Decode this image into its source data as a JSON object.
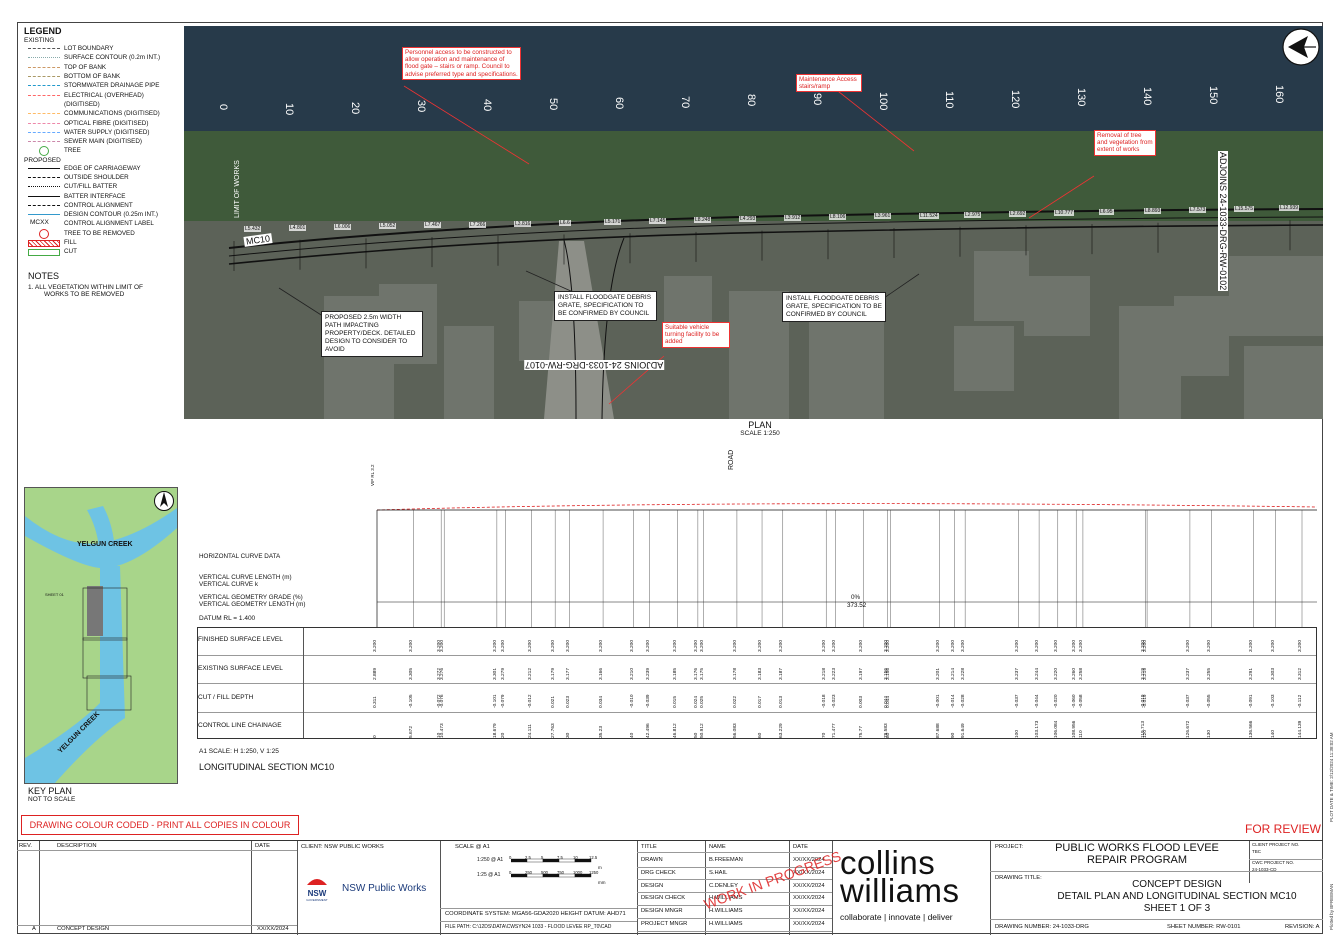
{
  "legend": {
    "title": "LEGEND",
    "existing_heading": "EXISTING",
    "existing": [
      "LOT BOUNDARY",
      "SURFACE CONTOUR (0.2m INT.)",
      "TOP OF BANK",
      "BOTTOM OF BANK",
      "STORMWATER DRAINAGE PIPE",
      "ELECTRICAL (OVERHEAD)",
      "(DIGITISED)",
      "COMMUNICATIONS (DIGITISED)",
      "OPTICAL FIBRE (DIGITISED)",
      "WATER SUPPLY (DIGITISED)",
      "SEWER MAIN (DIGITISED)",
      "TREE"
    ],
    "proposed_heading": "PROPOSED",
    "proposed": [
      "EDGE OF CARRIAGEWAY",
      "OUTSIDE SHOULDER",
      "CUT/FILL BATTER",
      "BATTER INTERFACE",
      "CONTROL ALIGNMENT",
      "DESIGN CONTOUR (0.25m INT.)",
      "CONTROL ALIGNMENT LABEL",
      "TREE TO BE REMOVED",
      "FILL",
      "CUT"
    ],
    "mcxx": "MCXX"
  },
  "notes": {
    "title": "NOTES",
    "items": [
      "1.   ALL VEGETATION WITHIN LIMIT OF",
      "WORKS TO BE REMOVED"
    ]
  },
  "plan": {
    "chainages": [
      "0",
      "10",
      "20",
      "30",
      "40",
      "50",
      "60",
      "70",
      "80",
      "90",
      "100",
      "110",
      "120",
      "130",
      "140",
      "150",
      "160"
    ],
    "callouts": {
      "personnel": "Personnel access to be constructed to allow operation and maintenance of flood gate – stairs or ramp. Council to advise preferred type and specifications.",
      "maintenance": "Maintenance Access stairs/ramp",
      "removal": "Removal of tree and vegetation from extent of works",
      "vehicle": "Suitable vehicle turning facility to be added"
    },
    "notes_boxes": {
      "floodgate1": "INSTALL FLOODGATE DEBRIS GRATE, SPECIFICATION TO BE CONFIRMED BY COUNCIL",
      "floodgate2": "INSTALL FLOODGATE DEBRIS GRATE, SPECIFICATION TO BE CONFIRMED BY COUNCIL",
      "path": "PROPOSED 2.5m WIDTH PATH IMPACTING PROPERTY/DECK. DETAILED DESIGN TO CONSIDER TO AVOID"
    },
    "adjoins_right": "ADJOINS 24-1033-DRG-RW-0102",
    "adjoins_bottom": "ADJOINS 24-1033-DRG-RW-0107",
    "limit_of_works": "LIMIT OF WORKS",
    "alignment": "MC10",
    "road_label": "ROAD",
    "title": "PLAN",
    "scale": "SCALE 1:250",
    "segments": [
      "L5.432",
      "L4.801",
      "L6.006",
      "L5.052",
      "L7.467",
      "L7.266",
      "L3.816",
      "L6.6",
      "L5.171",
      "L7.145",
      "L8.248",
      "L4.293",
      "L3.912",
      "L8.106",
      "L3.961",
      "L11.524",
      "L2.975",
      "L2.692",
      "L10.777",
      "L6.95",
      "L8.893",
      "L7.573",
      "L15.575",
      "L12.939"
    ]
  },
  "keyplan": {
    "creek1": "YELGUN CREEK",
    "creek2": "YELGUN CREEK",
    "title": "KEY PLAN",
    "sub": "NOT TO SCALE",
    "sheet": "SHEET 01"
  },
  "long_section": {
    "vip": "VIP RL 3.2",
    "row_labels": {
      "hcurve": "HORIZONTAL CURVE DATA",
      "vcurve_len": "VERTICAL CURVE LENGTH (m)",
      "vcurve_k": "VERTICAL CURVE k",
      "vgrade": "VERTICAL GEOMETRY GRADE (%)",
      "vlength": "VERTICAL GEOMETRY LENGTH (m)",
      "fsl": "FINISHED SURFACE LEVEL",
      "esl": "EXISTING SURFACE LEVEL",
      "cutfill": "CUT / FILL DEPTH",
      "chainage": "CONTROL LINE CHAINAGE"
    },
    "grade": "0%",
    "grade_length": "373.52",
    "datum": "DATUM RL     = 1.400",
    "scale": "A1 SCALE:  H 1:250,       V 1:25",
    "title": "LONGITUDINAL SECTION MC10",
    "fsl": [
      "3.200",
      "3.200",
      "3.200",
      "3.200",
      "3.200",
      "3.200",
      "3.200",
      "3.200",
      "3.200",
      "3.200",
      "3.200",
      "3.200",
      "3.200",
      "3.200",
      "3.200",
      "3.200",
      "3.200",
      "3.200",
      "3.200",
      "3.200",
      "3.200",
      "3.200",
      "3.200",
      "3.200",
      "3.200",
      "3.200",
      "3.200",
      "3.200",
      "3.200",
      "3.200",
      "3.200",
      "3.200",
      "3.200",
      "3.200",
      "3.200",
      "3.200",
      "3.200",
      "3.200",
      "3.200",
      "3.200",
      "3.200",
      "3.200",
      "3.200"
    ],
    "esl": [
      "2.889",
      "3.305",
      "3.272",
      "3.276",
      "3.301",
      "3.279",
      "3.212",
      "3.179",
      "3.177",
      "3.166",
      "3.210",
      "3.239",
      "3.185",
      "3.176",
      "3.175",
      "3.178",
      "3.183",
      "3.187",
      "3.218",
      "3.223",
      "3.197",
      "3.156",
      "3.156",
      "3.201",
      "3.214",
      "3.228",
      "3.237",
      "3.244",
      "3.220",
      "3.260",
      "3.258",
      "3.219",
      "3.219",
      "3.237",
      "3.255",
      "3.291",
      "3.303",
      "3.312"
    ],
    "cutfill": [
      "0.311",
      "-0.105",
      "-0.072",
      "-0.076",
      "-0.101",
      "-0.079",
      "-0.012",
      "0.021",
      "0.023",
      "0.034",
      "-0.010",
      "-0.039",
      "0.015",
      "0.024",
      "0.025",
      "0.022",
      "0.017",
      "0.013",
      "-0.018",
      "-0.023",
      "0.003",
      "0.044",
      "0.044",
      "-0.001",
      "-0.014",
      "-0.028",
      "-0.037",
      "-0.044",
      "-0.020",
      "-0.060",
      "-0.058",
      "-0.019",
      "-0.019",
      "-0.037",
      "-0.055",
      "-0.091",
      "-0.103",
      "-0.112"
    ],
    "chainage": [
      "0",
      "5.672",
      "10",
      "10.473",
      "18.679",
      "20",
      "24.111",
      "27.763",
      "30",
      "35.23",
      "40",
      "42.496",
      "46.812",
      "50",
      "50.912",
      "56.083",
      "60",
      "63.229",
      "70",
      "71.477",
      "75.77",
      "79.583",
      "80",
      "87.688",
      "90",
      "91.649",
      "100",
      "103.173",
      "106.084",
      "108.956",
      "110",
      "119.713",
      "120",
      "126.672",
      "130",
      "136.566",
      "140",
      "144.139"
    ]
  },
  "review": {
    "colour_coded": "DRAWING COLOUR CODED - PRINT ALL COPIES IN COLOUR",
    "for_review": "FOR REVIEW",
    "wip": "WORK IN PROGRESS"
  },
  "title_block": {
    "rev_h": "REV.",
    "desc_h": "DESCRIPTION",
    "date_h": "DATE",
    "rev": "A",
    "desc": "CONCEPT DESIGN",
    "date": "XX/XX/2024",
    "client": "CLIENT: NSW PUBLIC WORKS",
    "nsw": "NSW",
    "nsw_sub": "GOVERNMENT",
    "nsw_pw": "NSW Public Works",
    "scale_h": "SCALE @ A1",
    "scale1": "1:250 @ A1",
    "scale2": "1:25 @ A1",
    "scale1_ticks": [
      "0",
      "2.5",
      "5",
      "7.5",
      "10",
      "12.5"
    ],
    "scale2_ticks": [
      "0",
      "250",
      "500",
      "750",
      "1000",
      "1250"
    ],
    "unit_m": "m",
    "unit_mm": "mm",
    "coord": "COORDINATE SYSTEM:  MGA56-GDA2020 HEIGHT DATUM:  AHD71",
    "filepath": "FILE PATH: C:\\12DS\\DATA\\CWSYN24 1033 - FLOOD LEVEE RP_T0\\CAD",
    "sign_h": {
      "title": "TITLE",
      "name": "NAME",
      "date": "DATE"
    },
    "signoffs": [
      {
        "role": "DRAWN",
        "name": "B.FREEMAN",
        "date": "XX/XX/2024"
      },
      {
        "role": "DRG CHECK",
        "name": "S.HAIL",
        "date": "XX/XX/2024"
      },
      {
        "role": "DESIGN",
        "name": "C.DENLEY",
        "date": "XX/XX/2024"
      },
      {
        "role": "DESIGN CHECK",
        "name": "H.WILLIAMS",
        "date": "XX/XX/2024"
      },
      {
        "role": "DESIGN MNGR",
        "name": "H.WILLIAMS",
        "date": "XX/XX/2024"
      },
      {
        "role": "PROJECT MNGR",
        "name": "H.WILLIAMS",
        "date": "XX/XX/2024"
      }
    ],
    "logo1": "collins",
    "logo2": "williams",
    "tagline": "collaborate | innovate | deliver",
    "project_h": "PROJECT:",
    "project": "PUBLIC WORKS FLOOD LEVEE REPAIR PROGRAM",
    "client_proj_h": "CLIENT PROJECT NO.",
    "client_proj": "TBC",
    "cwc_proj_h": "CWC PROJECT NO.",
    "cwc_proj": "24-1033-CD",
    "drawing_title_h": "DRAWING TITLE:",
    "drawing_title1": "CONCEPT DESIGN",
    "drawing_title2": "DETAIL PLAN AND LONGITUDINAL SECTION MC10",
    "drawing_title3": "SHEET 1 OF 3",
    "drawing_number": "DRAWING NUMBER:  24-1033-DRG",
    "sheet_number": "SHEET NUMBER:  RW-0101",
    "revision": "REVISION:  A",
    "plot_date": "PLOT DATE & TIME: 2/12/2024 11:38:02 AM",
    "plotted_by": "Plotted by BFREEMAN"
  },
  "colors": {
    "red": "#d22222",
    "aerial": "#3d4a3b",
    "water": "#1f3a52",
    "keyplan_green": "#a8d58a",
    "creek_blue": "#6ec3e4"
  }
}
